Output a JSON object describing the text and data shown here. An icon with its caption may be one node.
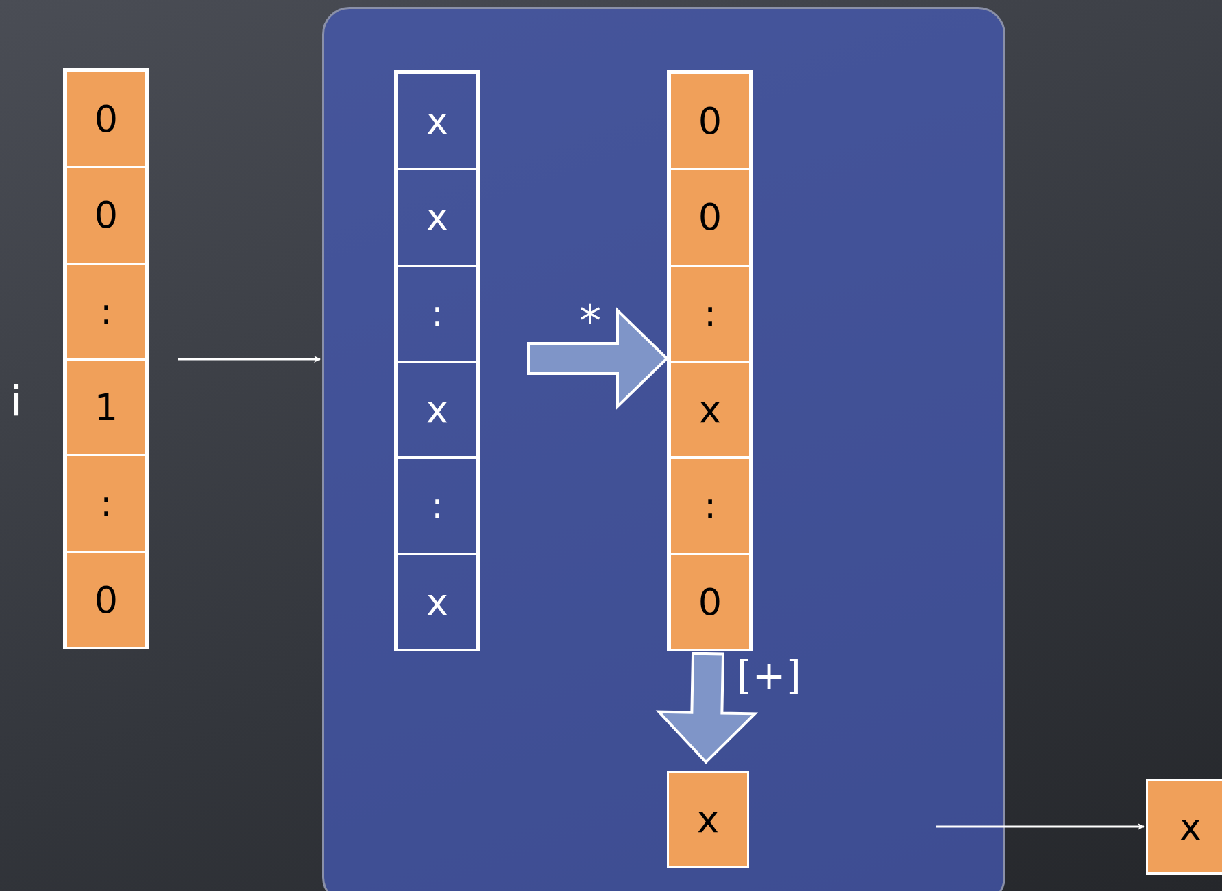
{
  "diagram": {
    "nodes": [
      {
        "text": [],
        "shape": "bar"
      },
      {
        "text": [
          "0"
        ],
        "in": 0
      },
      {
        "text": [
          "0"
        ],
        "in": 0
      },
      {
        "text": [
          ":"
        ],
        "in": 0
      },
      {
        "text": [
          "1"
        ],
        "in": 0,
        "beside": [
          "i"
        ]
      },
      {
        "text": [
          ":"
        ],
        "in": 0
      },
      {
        "text": [
          "0"
        ],
        "in": 0
      },
      {
        "text": [],
        "shape": "box"
      },
      {
        "text": [],
        "shape": "bar",
        "in": 7
      },
      {
        "text": [
          "x"
        ],
        "in": 8
      },
      {
        "text": [
          "x"
        ],
        "in": 8
      },
      {
        "text": [
          ":"
        ],
        "in": 8
      },
      {
        "text": [
          "x"
        ],
        "in": 8
      },
      {
        "text": [
          ":"
        ],
        "in": 8
      },
      {
        "text": [
          "x"
        ],
        "in": 8
      },
      {
        "text": [],
        "shape": "bar",
        "in": 7
      },
      {
        "text": [
          "0"
        ],
        "in": 15
      },
      {
        "text": [
          "0"
        ],
        "in": 15
      },
      {
        "text": [
          ":"
        ],
        "in": 15
      },
      {
        "text": [
          "x"
        ],
        "in": 15
      },
      {
        "text": [
          ":"
        ],
        "in": 15
      },
      {
        "text": [
          "0"
        ],
        "in": 15
      },
      {
        "text": [
          "x"
        ],
        "in": 7
      },
      {
        "text": [
          "x"
        ]
      }
    ],
    "edges": [
      {
        "from": 0,
        "to": 7,
        "arrow": "to"
      },
      {
        "from": 8,
        "to": 15,
        "arrow": "to",
        "label": "*",
        "style": "thick"
      },
      {
        "from": 15,
        "to": 22,
        "arrow": "to",
        "label": "[+]",
        "style": "thick"
      },
      {
        "from": null,
        "to": 23,
        "arrow": "to"
      }
    ]
  }
}
